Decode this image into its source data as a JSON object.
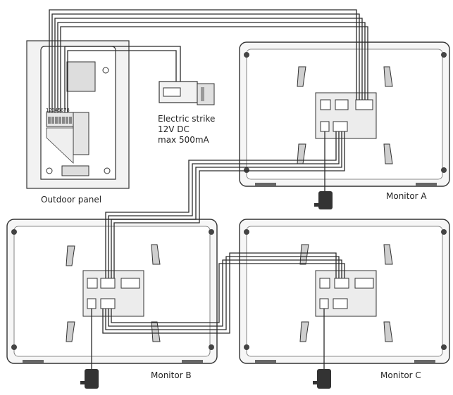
{
  "labels": {
    "outdoor_panel": "Outdoor panel",
    "monitor_a": "Monitor A",
    "monitor_b": "Monitor B",
    "monitor_c": "Monitor C",
    "terminal_numbers": "12345678"
  },
  "electric_strike": {
    "line1": "Electric strike",
    "line2": "12V DC",
    "line3": "max 500mA"
  },
  "colors": {
    "wire": "#2a2a2a",
    "device_stroke": "#333333",
    "device_fill": "#f4f4f4",
    "screen_fill": "#fafafa"
  }
}
